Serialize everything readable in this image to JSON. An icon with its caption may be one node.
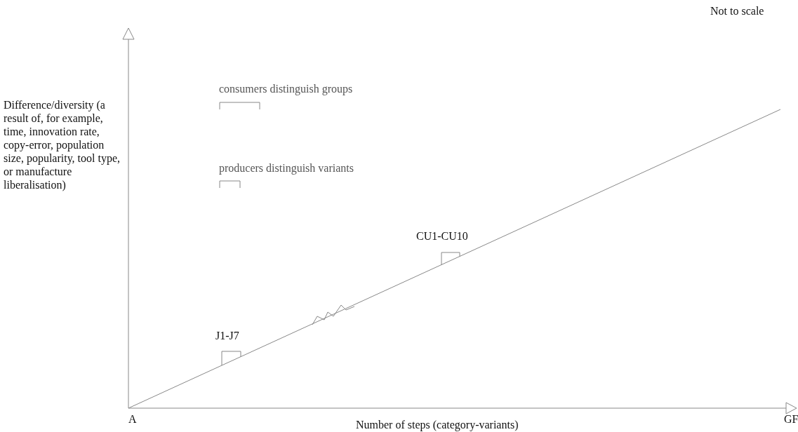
{
  "diagram": {
    "labels": [
      "Not to scale",
      "Difference/diversity (a result of, for example, time, innovation rate, copy-error, population size, popularity, tool type, or manufacture liberalisation)",
      "consumers distinguish groups",
      "producers distinguish variants",
      "CU1-CU10",
      "J1-J7",
      "A",
      "GF",
      "Number of steps (category-variants)"
    ]
  }
}
